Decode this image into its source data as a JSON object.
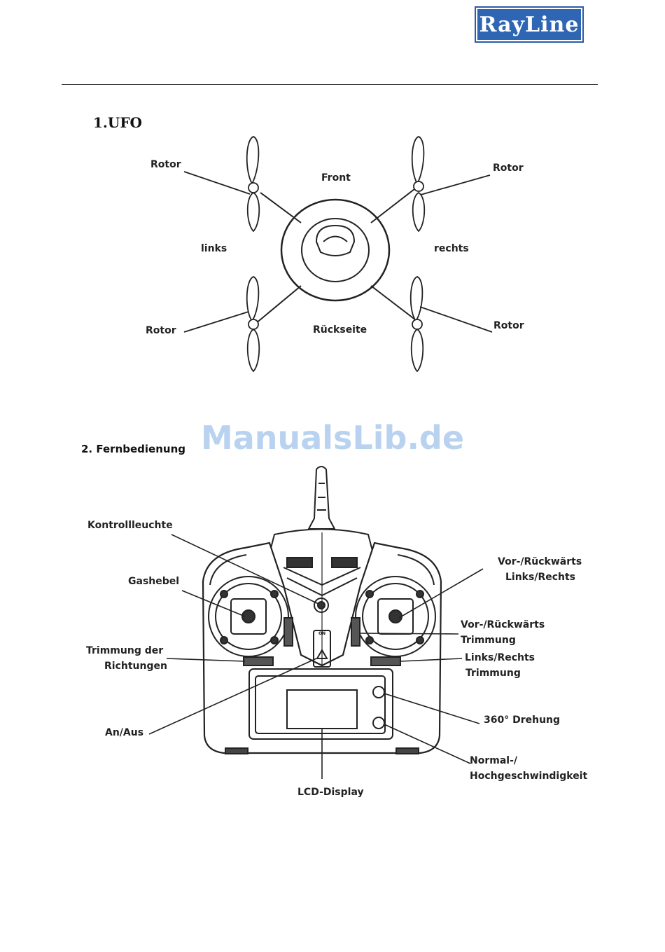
{
  "header": {
    "logo_text": "RayLine"
  },
  "watermark": "ManualsLib.de",
  "ufo": {
    "title": "1.UFO",
    "labels": {
      "rotor_top_left": "Rotor",
      "rotor_top_right": "Rotor",
      "rotor_bottom_left": "Rotor",
      "rotor_bottom_right": "Rotor",
      "front": "Front",
      "links": "links",
      "rechts": "rechts",
      "rueckseite": "Rückseite"
    }
  },
  "remote": {
    "title": "2. Fernbedienung",
    "labels": {
      "kontrollleuchte": "Kontrollleuchte",
      "gashebel": "Gashebel",
      "trimmung_richtungen_1": "Trimmung der",
      "trimmung_richtungen_2": "Richtungen",
      "an_aus": "An/Aus",
      "lcd_display": "LCD-Display",
      "vor_rueck_1": "Vor-/Rückwärts",
      "vor_rueck_2": "Links/Rechts",
      "vor_rueck_trim_1": "Vor-/Rückwärts",
      "vor_rueck_trim_2": "Trimmung",
      "links_rechts_trim_1": "Links/Rechts",
      "links_rechts_trim_2": "Trimmung",
      "drehung": "360° Drehung",
      "speed_1": "Normal-/",
      "speed_2": "Hochgeschwindigkeit"
    },
    "switch_label": "ON"
  }
}
